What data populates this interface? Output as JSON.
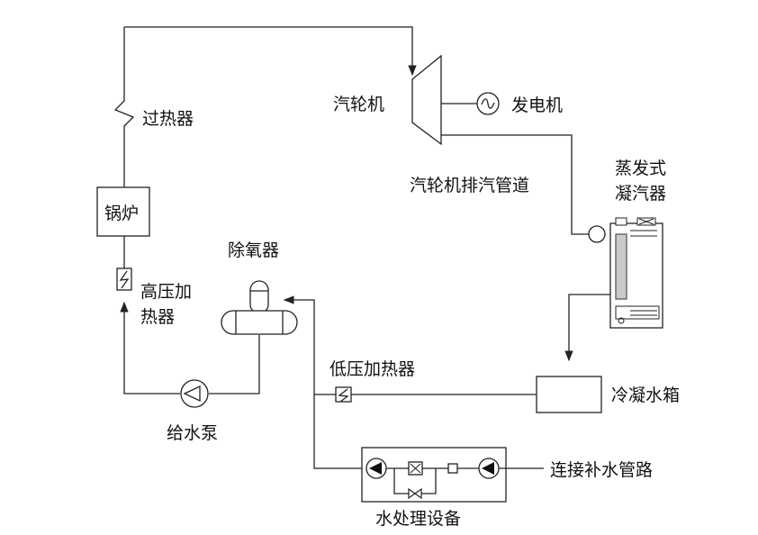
{
  "labels": {
    "superheater": "过热器",
    "turbine": "汽轮机",
    "generator": "发电机",
    "turbine_exhaust_pipe": "汽轮机排汽管道",
    "evaporative_condenser_line1": "蒸发式",
    "evaporative_condenser_line2": "凝汽器",
    "boiler": "锅炉",
    "deaerator": "除氧器",
    "hp_heater_line1": "高压加",
    "hp_heater_line2": "热器",
    "lp_heater": "低压加热器",
    "condensate_tank": "冷凝水箱",
    "feed_pump": "给水泵",
    "makeup_pipe": "连接补水管路",
    "water_treatment": "水处理设备"
  },
  "symbols": {
    "generator_icon": "~"
  }
}
